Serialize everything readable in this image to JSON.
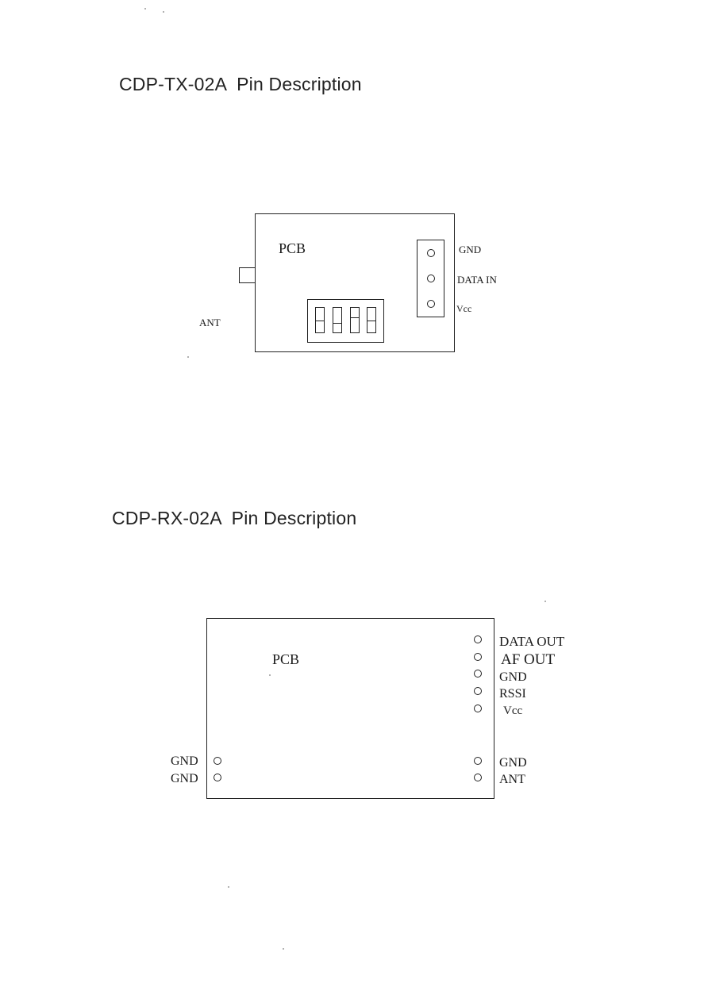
{
  "tx": {
    "title": "CDP-TX-02A  Pin Description",
    "pcb_label": "PCB",
    "ant_label": "ANT",
    "pins": [
      {
        "label": "GND"
      },
      {
        "label": "DATA IN"
      },
      {
        "label": "Vcc"
      }
    ]
  },
  "rx": {
    "title": "CDP-RX-02A  Pin Description",
    "pcb_label": "PCB",
    "left_pins": [
      {
        "label": "GND"
      },
      {
        "label": "GND"
      }
    ],
    "right_pins": [
      {
        "label": "DATA OUT"
      },
      {
        "label": "AF OUT"
      },
      {
        "label": "GND"
      },
      {
        "label": "RSSI"
      },
      {
        "label": "Vcc"
      },
      {
        "label": "GND"
      },
      {
        "label": "ANT"
      }
    ]
  }
}
